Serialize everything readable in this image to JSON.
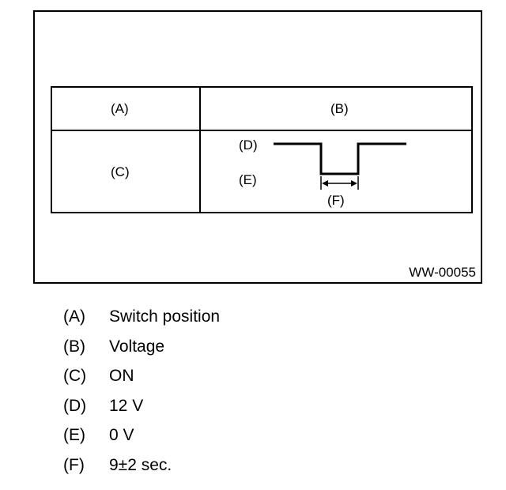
{
  "diagram": {
    "header_left": "(A)",
    "header_right": "(B)",
    "row_left": "(C)",
    "label_high": "(D)",
    "label_low": "(E)",
    "label_duration": "(F)",
    "figure_code": "WW-00055"
  },
  "legend": [
    {
      "key": "(A)",
      "text": "Switch position"
    },
    {
      "key": "(B)",
      "text": "Voltage"
    },
    {
      "key": "(C)",
      "text": "ON"
    },
    {
      "key": "(D)",
      "text": "12 V"
    },
    {
      "key": "(E)",
      "text": "0 V"
    },
    {
      "key": "(F)",
      "text": "9±2 sec."
    }
  ]
}
